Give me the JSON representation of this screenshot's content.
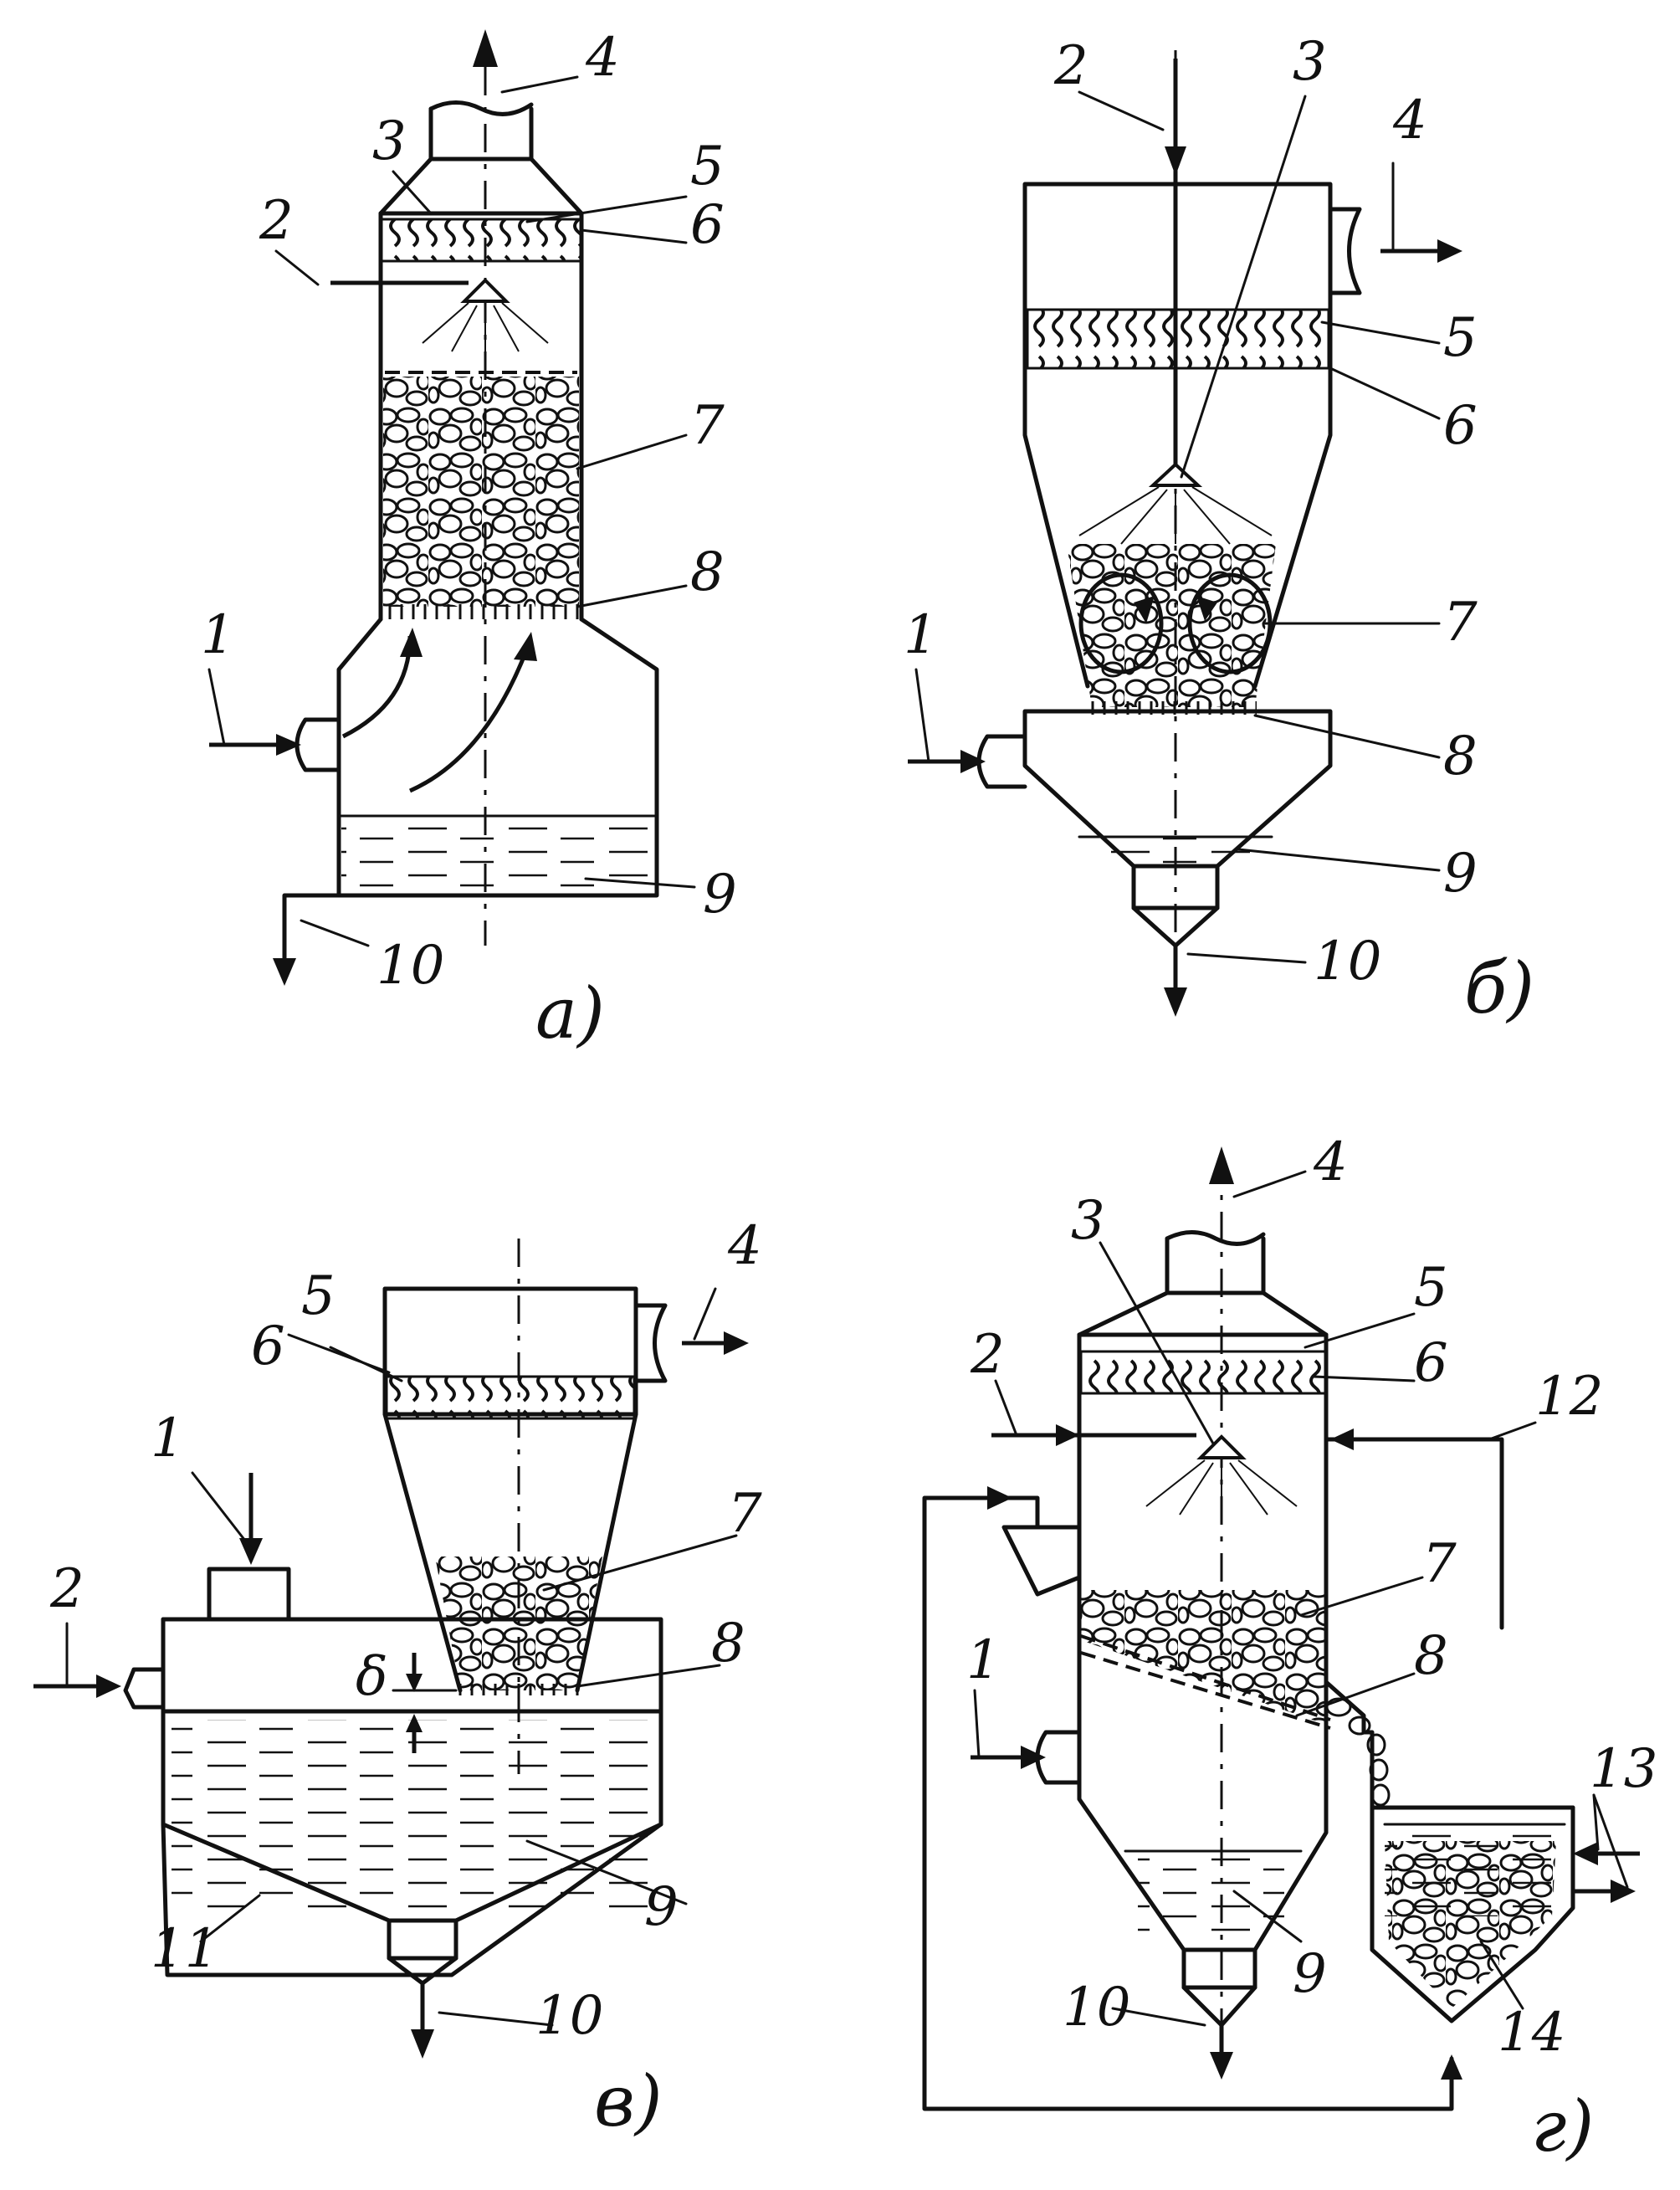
{
  "figure": {
    "panels": [
      {
        "caption": "а)",
        "labels": [
          "1",
          "2",
          "3",
          "4",
          "5",
          "6",
          "7",
          "8",
          "9",
          "10"
        ]
      },
      {
        "caption": "б)",
        "labels": [
          "1",
          "2",
          "3",
          "4",
          "5",
          "6",
          "7",
          "8",
          "9",
          "10"
        ]
      },
      {
        "caption": "в)",
        "labels": [
          "1",
          "2",
          "4",
          "5",
          "6",
          "7",
          "8",
          "9",
          "10",
          "11",
          "δ"
        ]
      },
      {
        "caption": "г)",
        "labels": [
          "1",
          "2",
          "3",
          "4",
          "5",
          "6",
          "7",
          "8",
          "9",
          "10",
          "12",
          "13",
          "14"
        ]
      }
    ]
  }
}
